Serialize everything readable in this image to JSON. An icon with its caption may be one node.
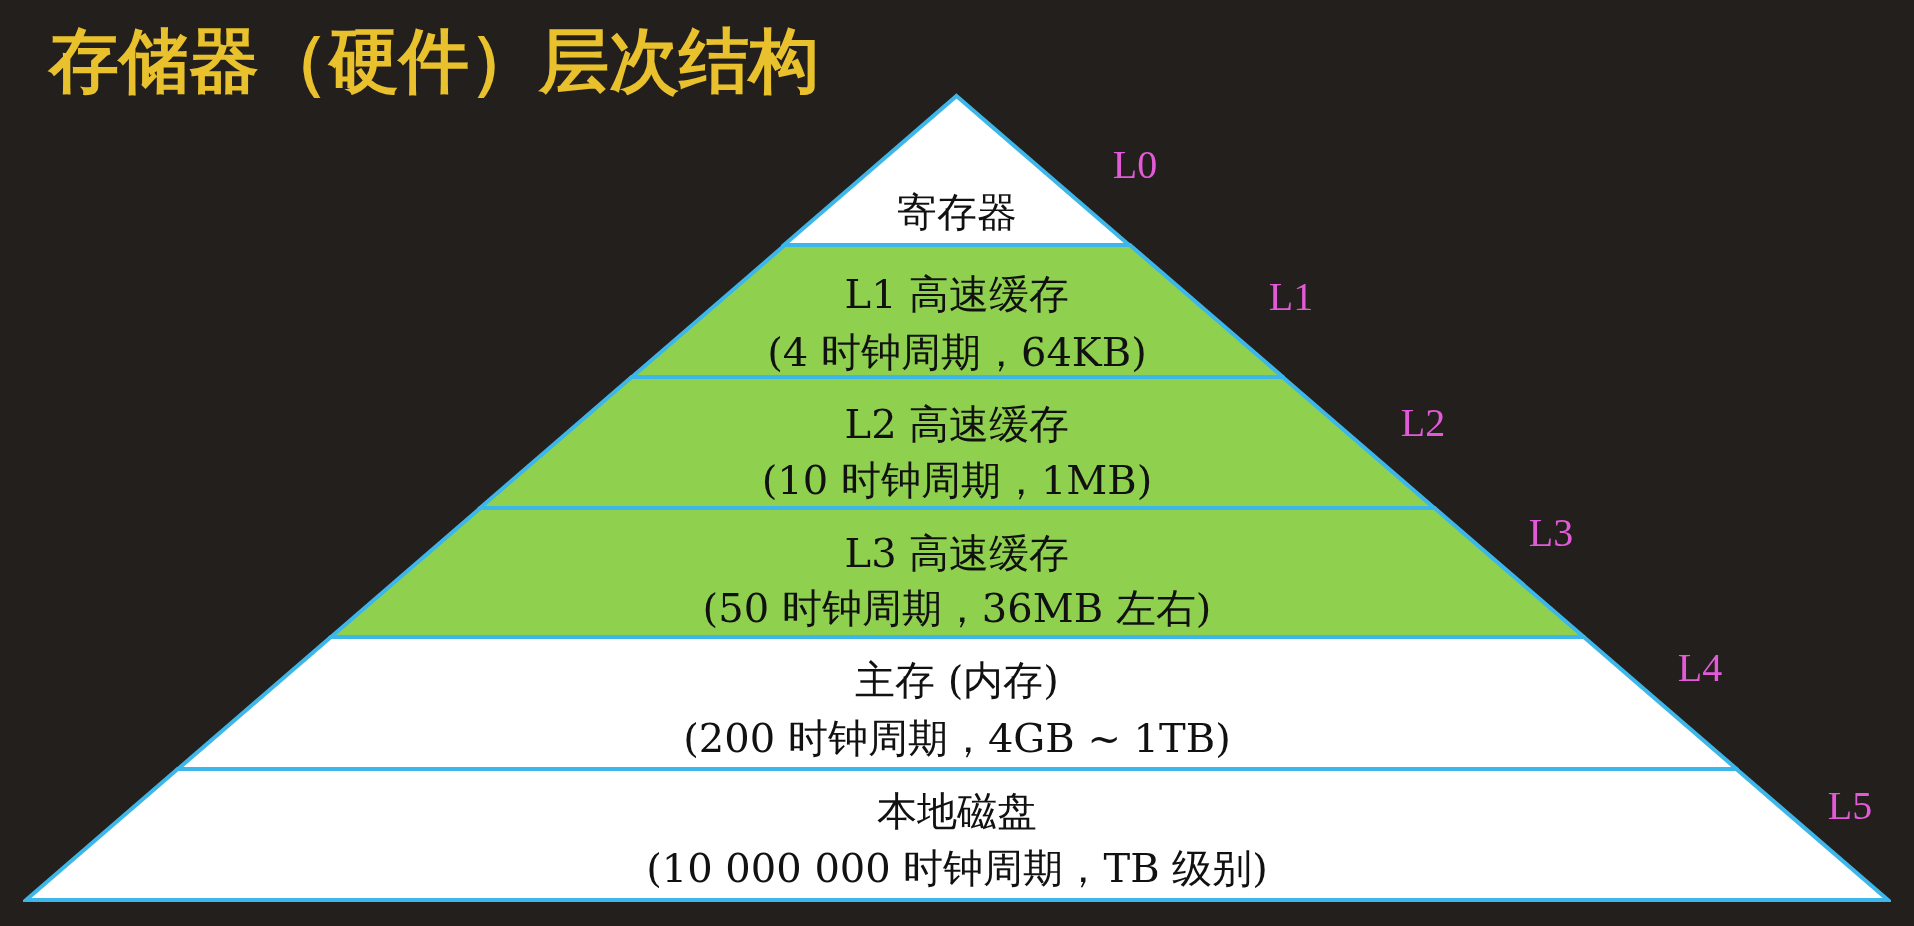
{
  "diagram": {
    "title": "存储器（硬件）层次结构",
    "nodes": [
      {
        "text": [
          "寄存器"
        ],
        "beside": [
          "L0"
        ]
      },
      {
        "text": [
          "L1 高速缓存",
          "(4 时钟周期，64KB)"
        ],
        "beside": [
          "L1"
        ]
      },
      {
        "text": [
          "L2 高速缓存",
          "(10 时钟周期，1MB)"
        ],
        "beside": [
          "L2"
        ]
      },
      {
        "text": [
          "L3 高速缓存",
          "(50 时钟周期，36MB 左右)"
        ],
        "beside": [
          "L3"
        ]
      },
      {
        "text": [
          "主存 (内存)",
          "(200 时钟周期，4GB ~ 1TB)"
        ],
        "beside": [
          "L4"
        ]
      },
      {
        "text": [
          "本地磁盘",
          "(10 000 000 时钟周期，TB 级别)"
        ],
        "beside": [
          "L5"
        ]
      }
    ]
  }
}
